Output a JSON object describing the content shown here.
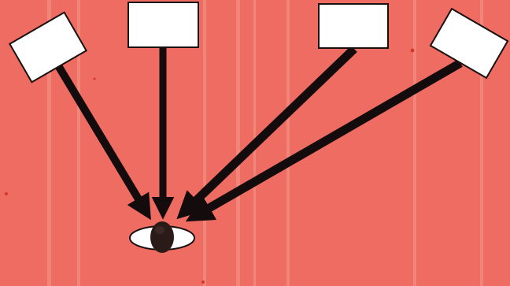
{
  "diagram": {
    "colors": {
      "background": "#ee6c62",
      "stripe": "#f29a8f",
      "arrow": "#140c0c",
      "panel_fill": "#ffffff",
      "panel_stroke": "#1a1010",
      "eye_white": "#ffffff",
      "head": "#2a1a18"
    },
    "panels": [
      {
        "id": "panel-1",
        "label": ""
      },
      {
        "id": "panel-2",
        "label": ""
      },
      {
        "id": "panel-3",
        "label": ""
      },
      {
        "id": "panel-4",
        "label": ""
      }
    ],
    "viewer": {
      "icon": "viewer-head-icon"
    }
  }
}
